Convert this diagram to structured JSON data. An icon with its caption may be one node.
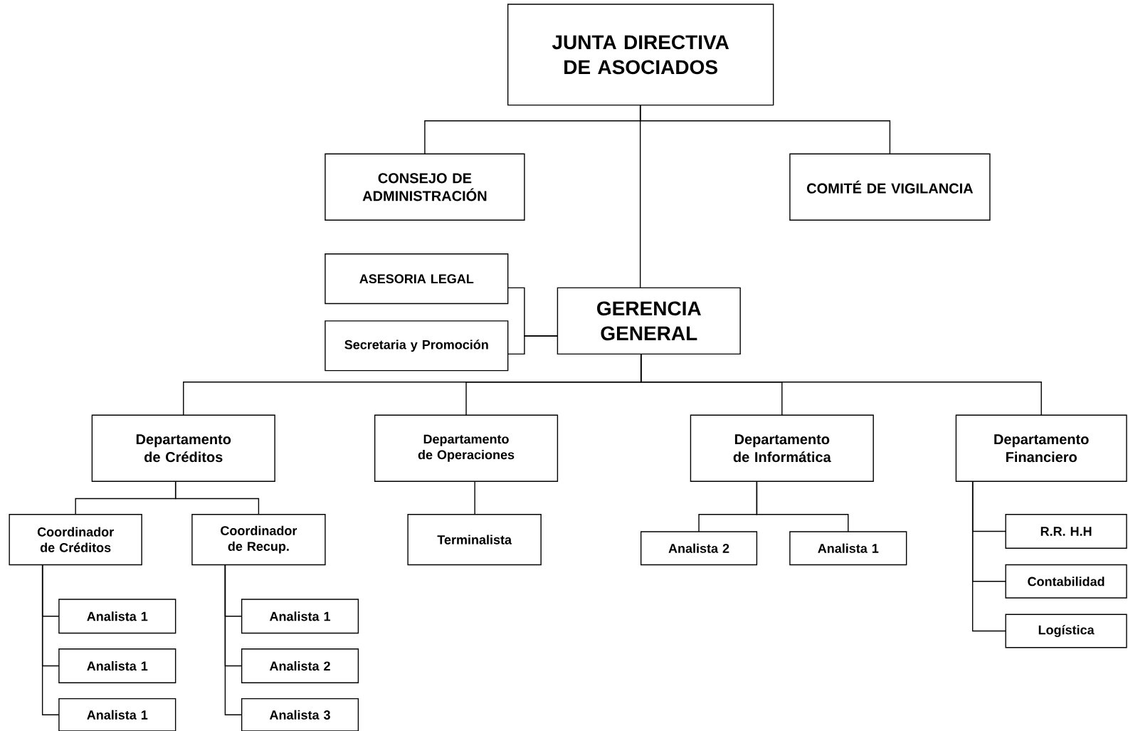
{
  "diagram": {
    "nodes": [
      {
        "text": [
          "JUNTA DIRECTIVA DE ASOCIADOS"
        ]
      },
      {
        "text": [
          "CONSEJO DE ADMINISTRACIÓN"
        ]
      },
      {
        "text": [
          "COMITÉ DE VIGILANCIA"
        ]
      },
      {
        "text": [
          "ASESORIA LEGAL"
        ]
      },
      {
        "text": [
          "Secretaria y Promoción"
        ]
      },
      {
        "text": [
          "GERENCIA GENERAL"
        ]
      },
      {
        "text": [
          "Departamento de Créditos"
        ]
      },
      {
        "text": [
          "Departamento de Operaciones"
        ]
      },
      {
        "text": [
          "Departamento de Informática"
        ]
      },
      {
        "text": [
          "Departamento Financiero"
        ]
      },
      {
        "text": [
          "Coordinador de Créditos"
        ]
      },
      {
        "text": [
          "Coordinador de Recup."
        ]
      },
      {
        "text": [
          "Terminalista"
        ]
      },
      {
        "text": [
          "Analista 2"
        ]
      },
      {
        "text": [
          "Analista 1"
        ]
      },
      {
        "text": [
          "R.R. H.H"
        ]
      },
      {
        "text": [
          "Contabilidad"
        ]
      },
      {
        "text": [
          "Logística"
        ]
      },
      {
        "text": [
          "Analista 1"
        ]
      },
      {
        "text": [
          "Analista 1"
        ]
      },
      {
        "text": [
          "Analista 1"
        ]
      },
      {
        "text": [
          "Analista 1"
        ]
      },
      {
        "text": [
          "Analista 2"
        ]
      },
      {
        "text": [
          "Analista 3"
        ]
      }
    ],
    "edges": [
      {
        "from": 0,
        "to": 1,
        "arrow": "none"
      },
      {
        "from": 0,
        "to": 2,
        "arrow": "none"
      },
      {
        "from": 0,
        "to": 5,
        "arrow": "none"
      },
      {
        "from": 3,
        "to": 5,
        "arrow": "none"
      },
      {
        "from": 4,
        "to": 5,
        "arrow": "none"
      },
      {
        "from": 5,
        "to": 6,
        "arrow": "none"
      },
      {
        "from": 5,
        "to": 7,
        "arrow": "none"
      },
      {
        "from": 5,
        "to": 8,
        "arrow": "none"
      },
      {
        "from": 5,
        "to": 9,
        "arrow": "none"
      },
      {
        "from": 6,
        "to": 10,
        "arrow": "none"
      },
      {
        "from": 6,
        "to": 11,
        "arrow": "none"
      },
      {
        "from": 7,
        "to": 12,
        "arrow": "none"
      },
      {
        "from": 8,
        "to": 13,
        "arrow": "none"
      },
      {
        "from": 8,
        "to": 14,
        "arrow": "none"
      },
      {
        "from": 9,
        "to": 15,
        "arrow": "none"
      },
      {
        "from": 9,
        "to": 16,
        "arrow": "none"
      },
      {
        "from": 9,
        "to": 17,
        "arrow": "none"
      },
      {
        "from": 10,
        "to": 18,
        "arrow": "none"
      },
      {
        "from": 10,
        "to": 19,
        "arrow": "none"
      },
      {
        "from": 10,
        "to": 20,
        "arrow": "none"
      },
      {
        "from": 11,
        "to": 21,
        "arrow": "none"
      },
      {
        "from": 11,
        "to": 22,
        "arrow": "none"
      },
      {
        "from": 11,
        "to": 23,
        "arrow": "none"
      }
    ]
  }
}
